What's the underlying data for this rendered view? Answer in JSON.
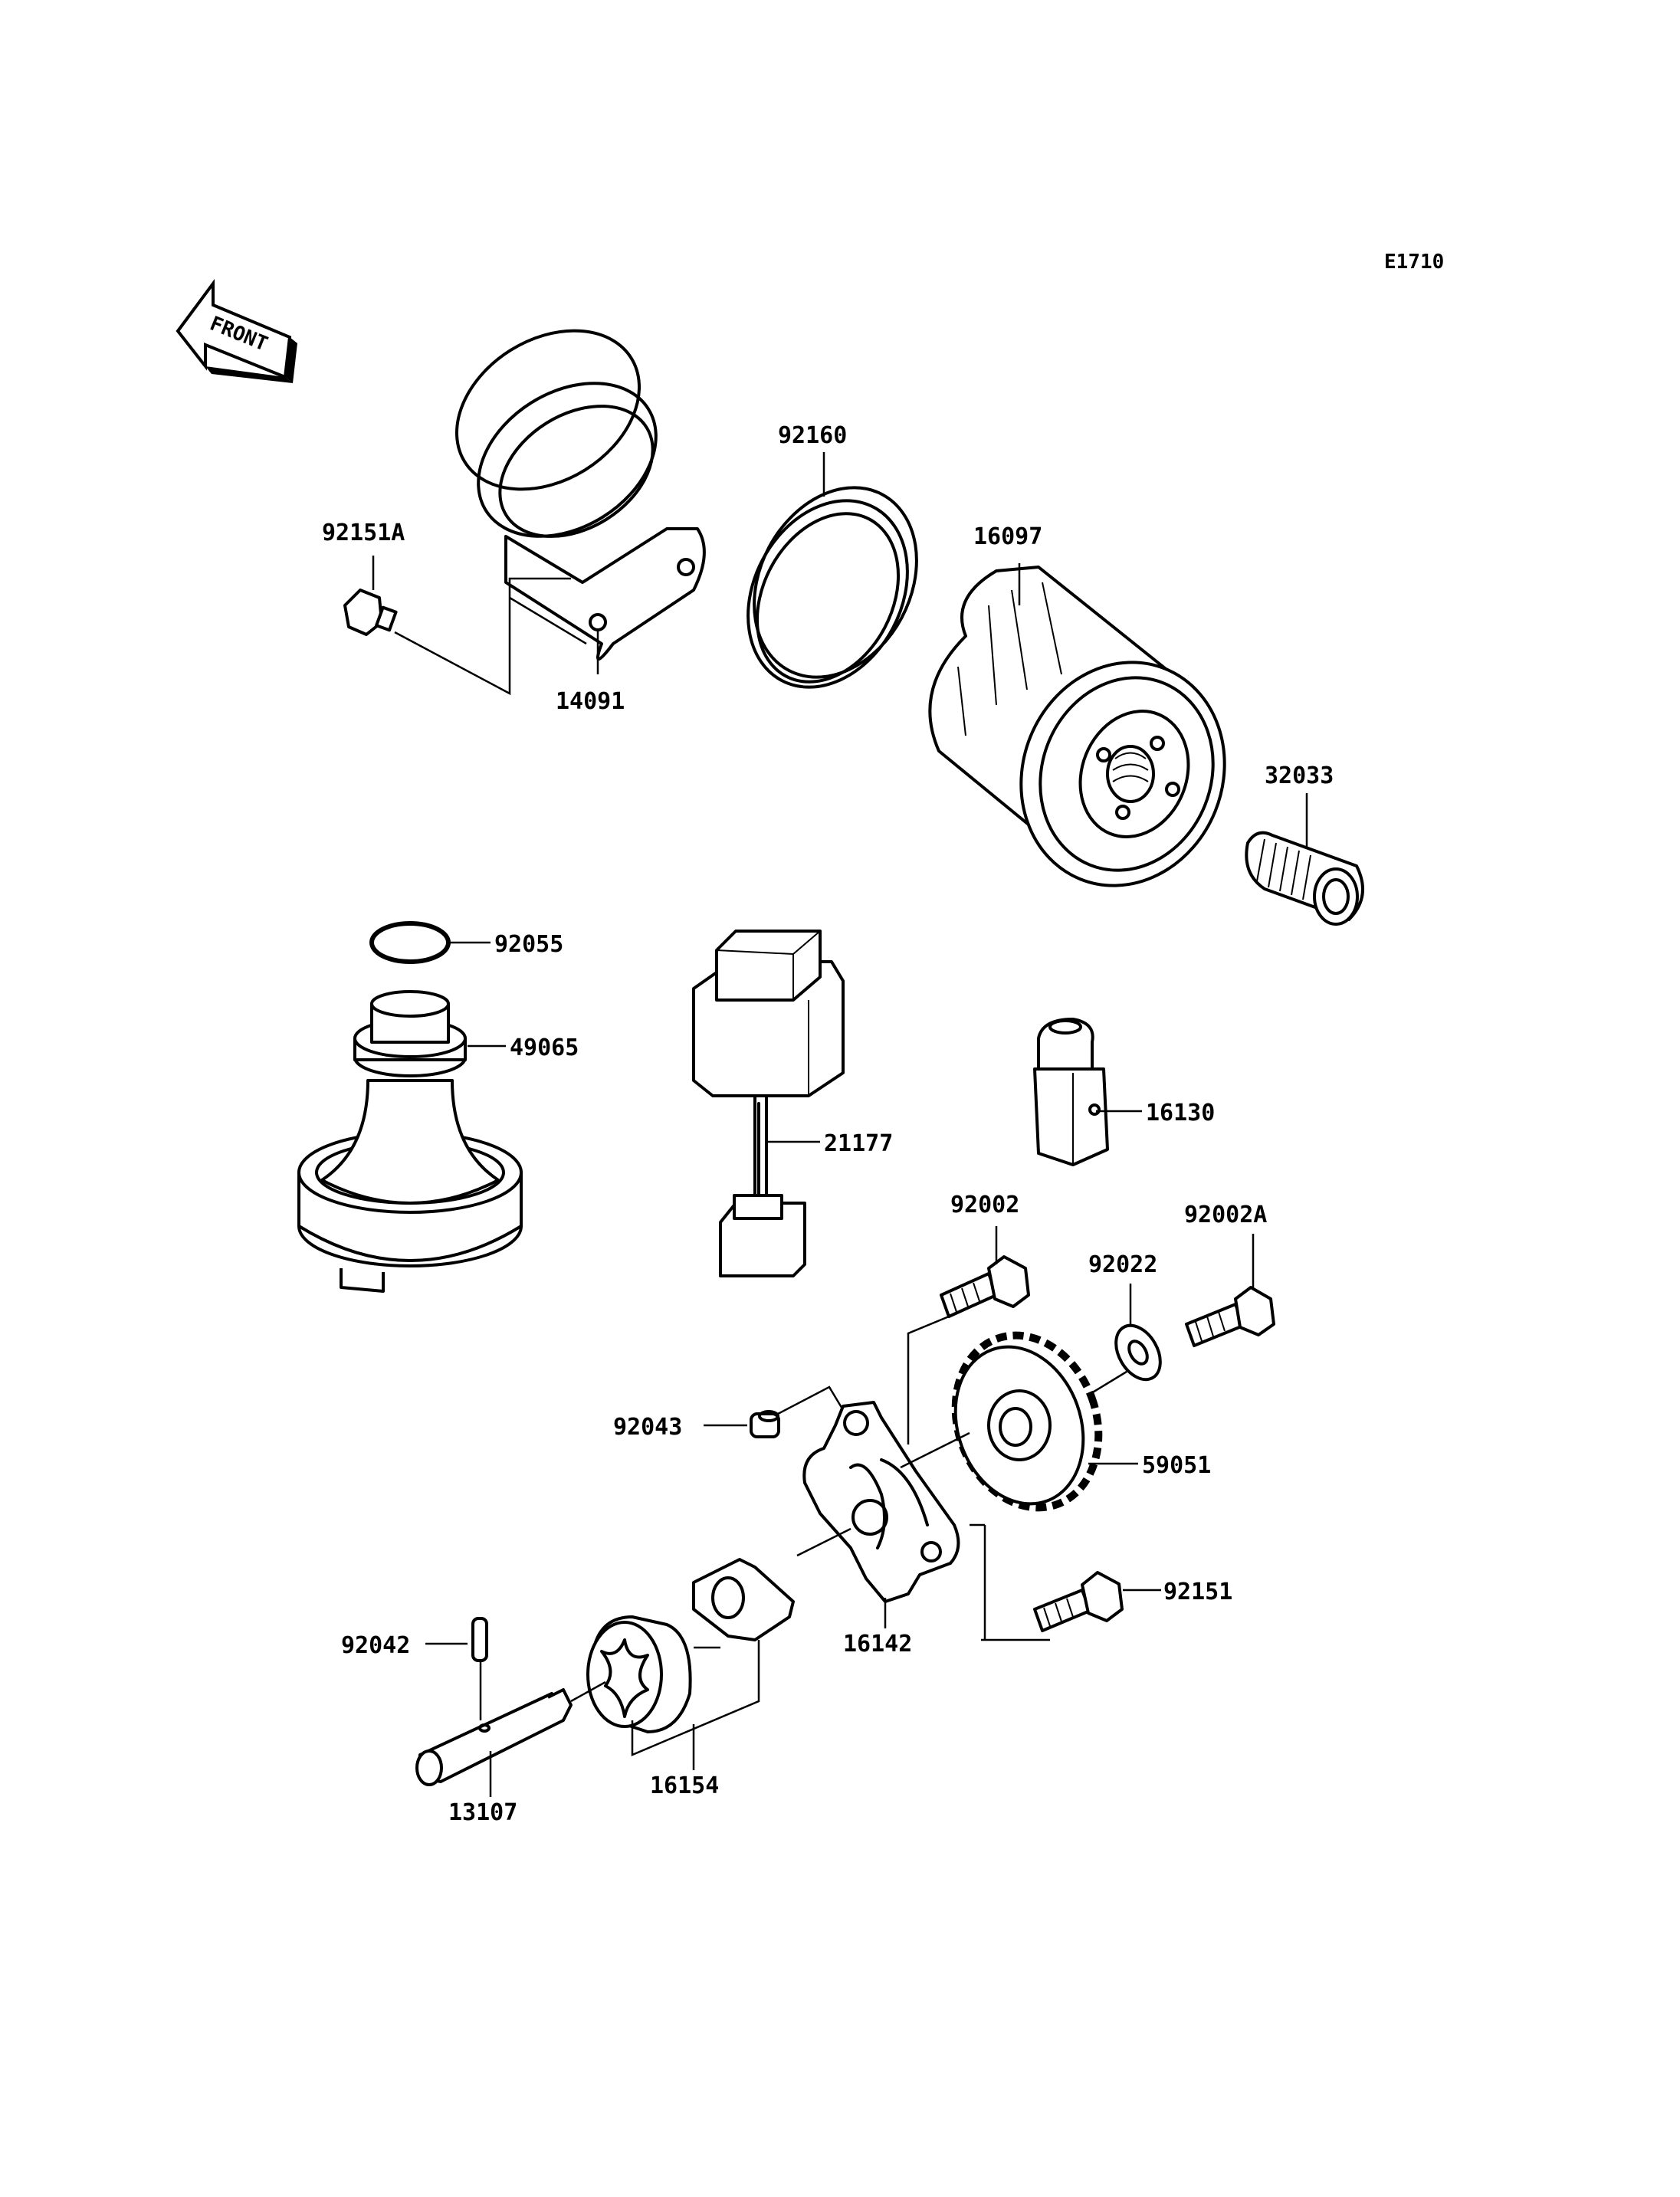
{
  "diagram_code": "E1710",
  "front_label": "FRONT",
  "parts": {
    "p92151A": "92151A",
    "p14091": "14091",
    "p92160": "92160",
    "p16097": "16097",
    "p32033": "32033",
    "p92055": "92055",
    "p49065": "49065",
    "p21177": "21177",
    "p16130": "16130",
    "p92002": "92002",
    "p92002A": "92002A",
    "p92022": "92022",
    "p92043": "92043",
    "p59051": "59051",
    "p92151": "92151",
    "p16142": "16142",
    "p92042": "92042",
    "p16154": "16154",
    "p13107": "13107"
  }
}
